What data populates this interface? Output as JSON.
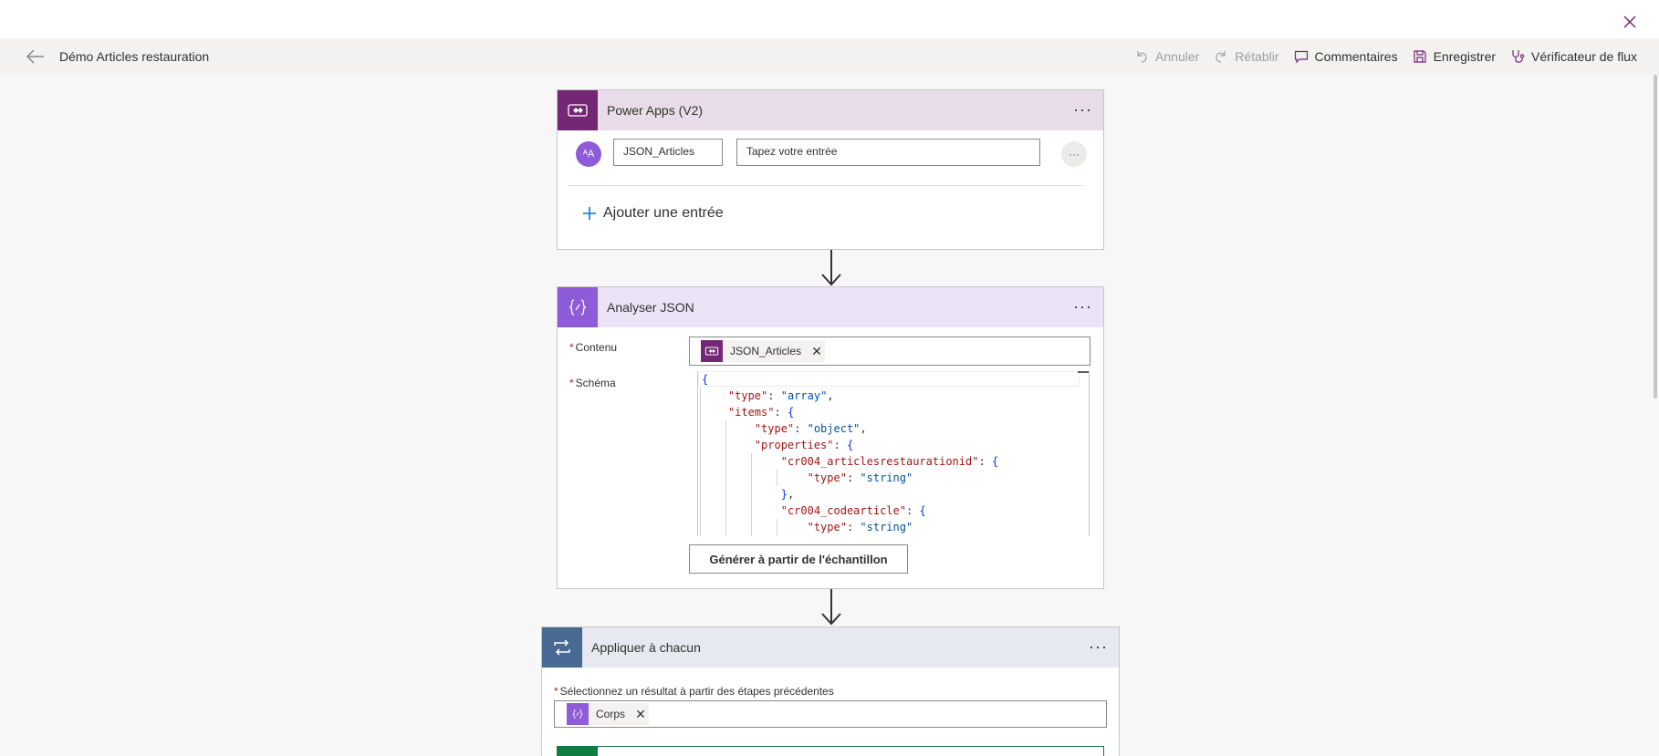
{
  "header": {
    "flow_name": "Démo Articles restauration",
    "commands": {
      "undo": "Annuler",
      "redo": "Rétablir",
      "comments": "Commentaires",
      "save": "Enregistrer",
      "checker": "Vérificateur de flux"
    }
  },
  "trigger_card": {
    "title": "Power Apps (V2)",
    "color": "#742774",
    "header_bg": "#e8dce8",
    "input_name": "JSON_Articles",
    "input_value": "Tapez votre entrée",
    "input_more": "···",
    "add_input_label": "Ajouter une entrée",
    "avatar_text": "ᴬA"
  },
  "parse_card": {
    "title": "Analyser JSON",
    "color": "#8e5cd9",
    "header_bg": "#ebe4f7",
    "content_label": "Contenu",
    "content_token": "JSON_Articles",
    "schema_label": "Schéma",
    "schema_lines": [
      "{",
      "    \"type\": \"array\",",
      "    \"items\": {",
      "        \"type\": \"object\",",
      "        \"properties\": {",
      "            \"cr004_articlesrestaurationid\": {",
      "                \"type\": \"string\"",
      "            },",
      "            \"cr004_codearticle\": {",
      "                \"type\": \"string\""
    ],
    "generate_button": "Générer à partir de l'échantillon"
  },
  "foreach_card": {
    "title": "Appliquer à chacun",
    "color": "#486991",
    "header_bg": "#e6e9ef",
    "select_label": "Sélectionnez un résultat à partir des étapes précédentes",
    "token_label": "Corps",
    "token_color": "#8e5cd9"
  },
  "more_label": "···"
}
